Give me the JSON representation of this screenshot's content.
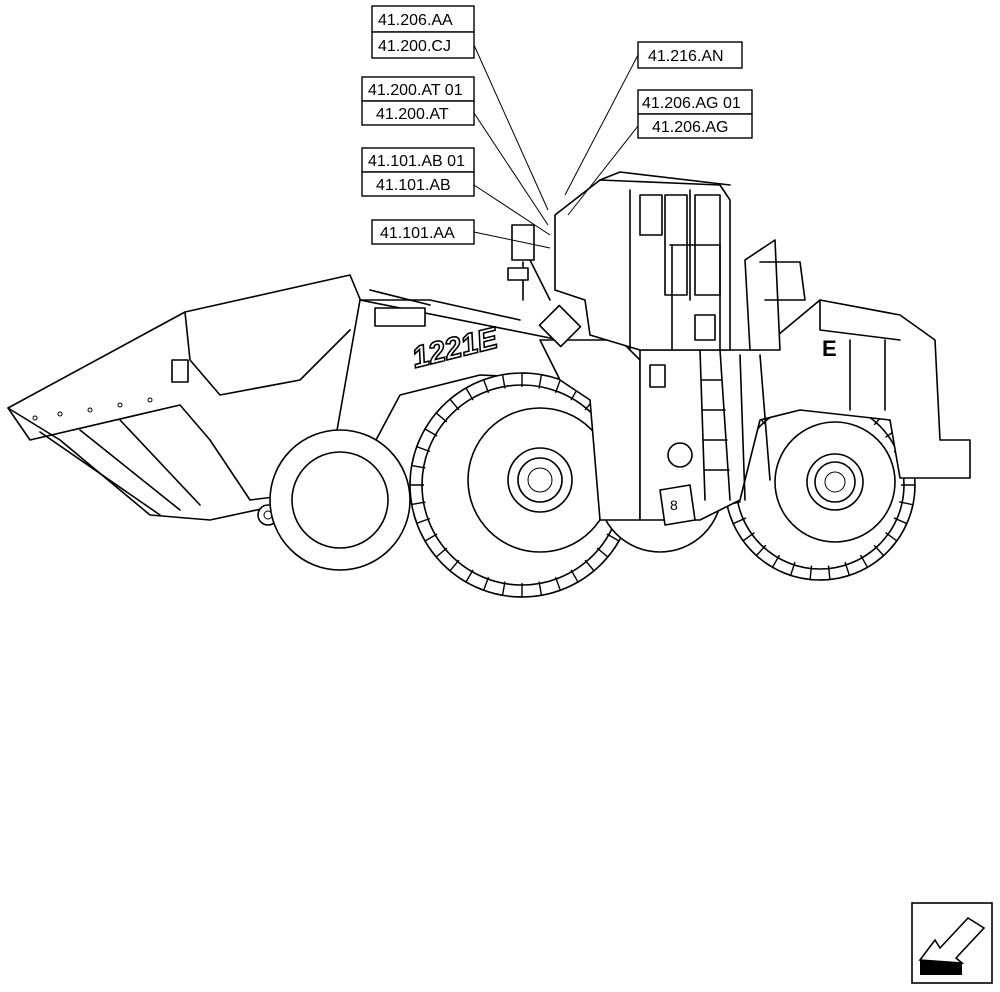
{
  "callouts": [
    {
      "id": "c1",
      "label": "41.206.AA"
    },
    {
      "id": "c2",
      "label": "41.200.CJ"
    },
    {
      "id": "c3",
      "label": "41.200.AT 01"
    },
    {
      "id": "c4",
      "label": "41.200.AT"
    },
    {
      "id": "c5",
      "label": "41.101.AB 01"
    },
    {
      "id": "c6",
      "label": "41.101.AB"
    },
    {
      "id": "c7",
      "label": "41.101.AA"
    },
    {
      "id": "c8",
      "label": "41.216.AN"
    },
    {
      "id": "c9",
      "label": "41.206.AG 01"
    },
    {
      "id": "c10",
      "label": "41.206.AG"
    }
  ],
  "machine": {
    "model_label": "1221E",
    "rear_decal": "E"
  },
  "nav_icon": "arrow-previous-icon"
}
